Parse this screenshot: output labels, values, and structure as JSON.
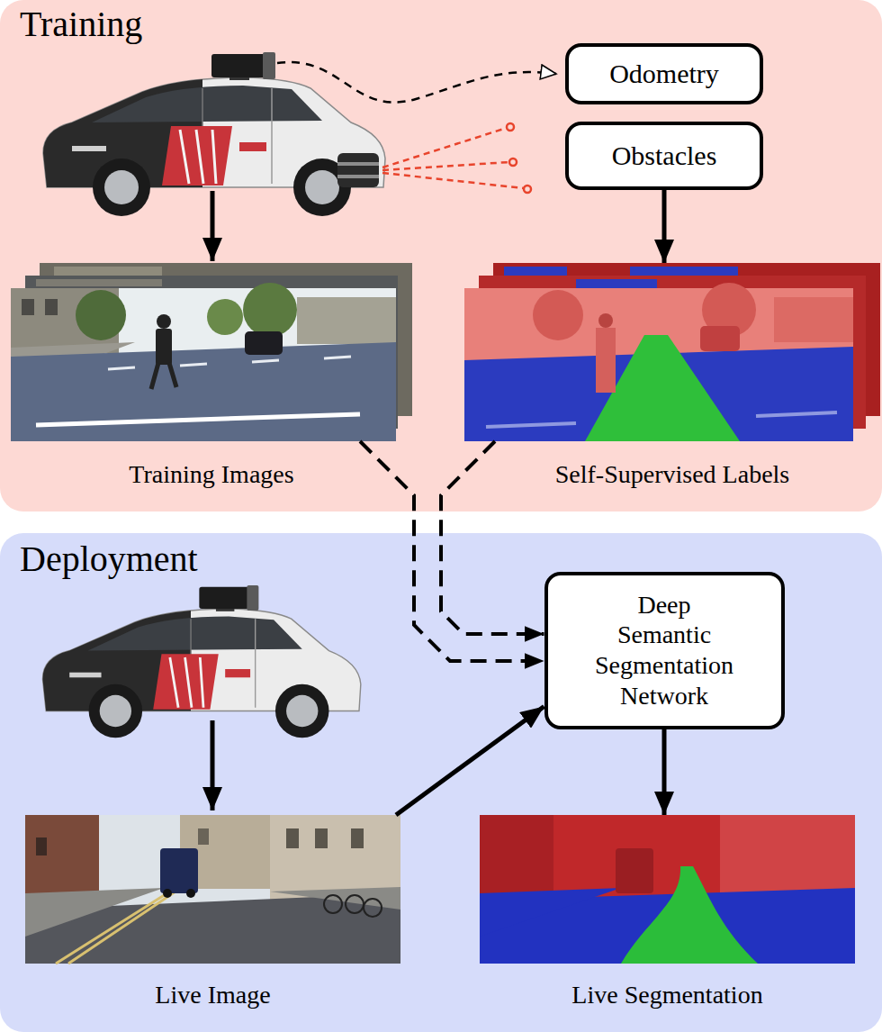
{
  "diagram": {
    "nodes": [
      {
        "text": [
          "Training"
        ]
      },
      {
        "text": [
          "Odometry"
        ],
        "in": 0
      },
      {
        "text": [
          "Obstacles"
        ],
        "in": 0
      },
      {
        "text": [
          "Training Images"
        ],
        "in": 0
      },
      {
        "text": [
          "Self-Supervised Labels"
        ],
        "in": 0
      },
      {
        "text": [
          "Deployment"
        ]
      },
      {
        "text": [
          "Deep Semantic Segmentation Network"
        ],
        "in": 5
      },
      {
        "text": [
          "Live Image"
        ],
        "in": 5
      },
      {
        "text": [
          "Live Segmentation"
        ],
        "in": 5
      }
    ],
    "edges": [
      {
        "from": 2,
        "to": 4,
        "arrow": "to"
      },
      {
        "from": 3,
        "to": 6,
        "arrow": "to"
      },
      {
        "from": 4,
        "to": 6,
        "arrow": "to"
      },
      {
        "from": 7,
        "to": 6,
        "arrow": "to"
      },
      {
        "from": 6,
        "to": 8,
        "arrow": "to"
      }
    ]
  }
}
